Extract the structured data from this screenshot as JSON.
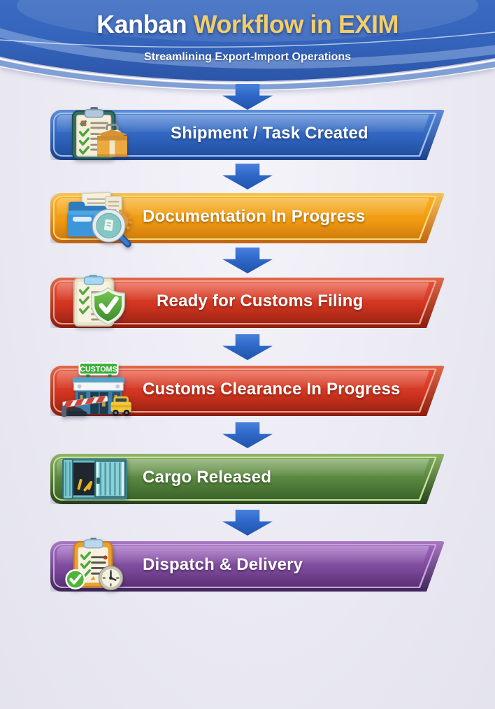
{
  "page": {
    "background": "#EAE9F2"
  },
  "header": {
    "title": {
      "white_part": "Kanban",
      "gold_part": "Workflow in EXIM"
    },
    "subtitle": "Streamlining Export-Import Operations",
    "colors": {
      "band_top": "#3A6BC2",
      "band_bottom": "#2B55A8",
      "under_band": "#7F9FD5",
      "gold_text": "#F2CE6A",
      "white_text": "#FFFFFF"
    }
  },
  "flow": {
    "arrow_icon": "down-arrow-icon",
    "arrow_color": "#2E68C8",
    "stages": [
      {
        "label": "Shipment / Task Created",
        "icon": "clipboard-box-icon",
        "colors": {
          "rim1": "#5E8AD6",
          "rim2": "#1B418E",
          "ring": "#9CC2EE",
          "fill1": "#4C80D2",
          "fill2": "#2E63BE",
          "fill3": "#224F9F"
        }
      },
      {
        "label": "Documentation In Progress",
        "icon": "folder-search-icon",
        "colors": {
          "rim1": "#F6C35A",
          "rim2": "#C26410",
          "ring": "#FFD878",
          "fill1": "#F8AD1E",
          "fill2": "#F09A12",
          "fill3": "#D07C0C"
        }
      },
      {
        "label": "Ready for Customs Filing",
        "icon": "checklist-shield-icon",
        "colors": {
          "rim1": "#E06848",
          "rim2": "#8E1B0E",
          "ring": "#F0A592",
          "fill1": "#E74F38",
          "fill2": "#D0341F",
          "fill3": "#9E2414"
        }
      },
      {
        "label": "Customs Clearance In Progress",
        "icon": "customs-building-icon",
        "sign_text": "CUSTOMS",
        "colors": {
          "rim1": "#E06848",
          "rim2": "#8E1B0E",
          "ring": "#F0A592",
          "fill1": "#E74F38",
          "fill2": "#D0341F",
          "fill3": "#9E2414"
        }
      },
      {
        "label": "Cargo Released",
        "icon": "cargo-container-icon",
        "colors": {
          "rim1": "#8FB468",
          "rim2": "#24431A",
          "ring": "#C8E29A",
          "fill1": "#7AA45C",
          "fill2": "#54823C",
          "fill3": "#3A642A"
        }
      },
      {
        "label": "Dispatch & Delivery",
        "icon": "clipboard-clock-icon",
        "colors": {
          "rim1": "#A878C2",
          "rim2": "#3F2558",
          "ring": "#C9A2DE",
          "fill1": "#9C63BD",
          "fill2": "#7B4899",
          "fill3": "#5A3175"
        }
      }
    ]
  }
}
